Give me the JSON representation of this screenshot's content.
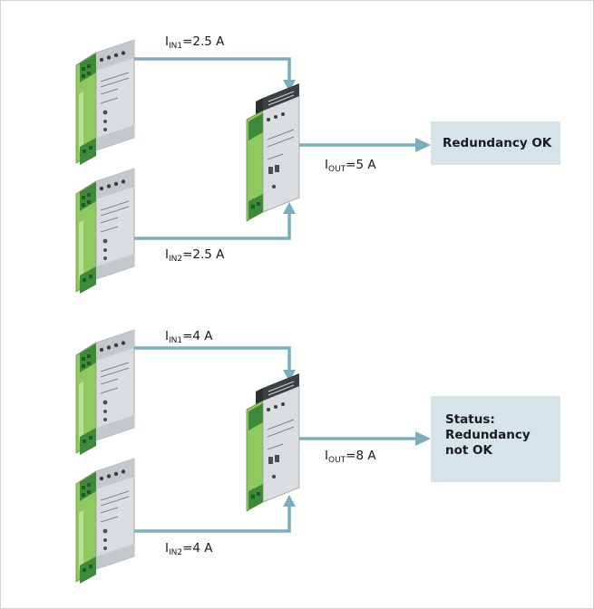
{
  "scenarios": [
    {
      "in1": {
        "symbol": "I",
        "subscript": "IN1",
        "value": "=2.5 A"
      },
      "in2": {
        "symbol": "I",
        "subscript": "IN2",
        "value": "=2.5 A"
      },
      "out": {
        "symbol": "I",
        "subscript": "OUT",
        "value": "=5 A"
      },
      "status_lines": [
        "Redundancy OK"
      ]
    },
    {
      "in1": {
        "symbol": "I",
        "subscript": "IN1",
        "value": "=4 A"
      },
      "in2": {
        "symbol": "I",
        "subscript": "IN2",
        "value": "=4 A"
      },
      "out": {
        "symbol": "I",
        "subscript": "OUT",
        "value": "=8 A"
      },
      "status_lines": [
        "Status:",
        "Redundancy",
        "not OK"
      ]
    }
  ],
  "colors": {
    "arrow": "#78aebf",
    "status_box": "#d6e3e8",
    "module_body": "#d9dcdf",
    "module_green": "#8fc95f",
    "module_dark": "#3a3f42"
  },
  "icons": [
    "power-supply-module-icon",
    "redundancy-module-icon"
  ]
}
